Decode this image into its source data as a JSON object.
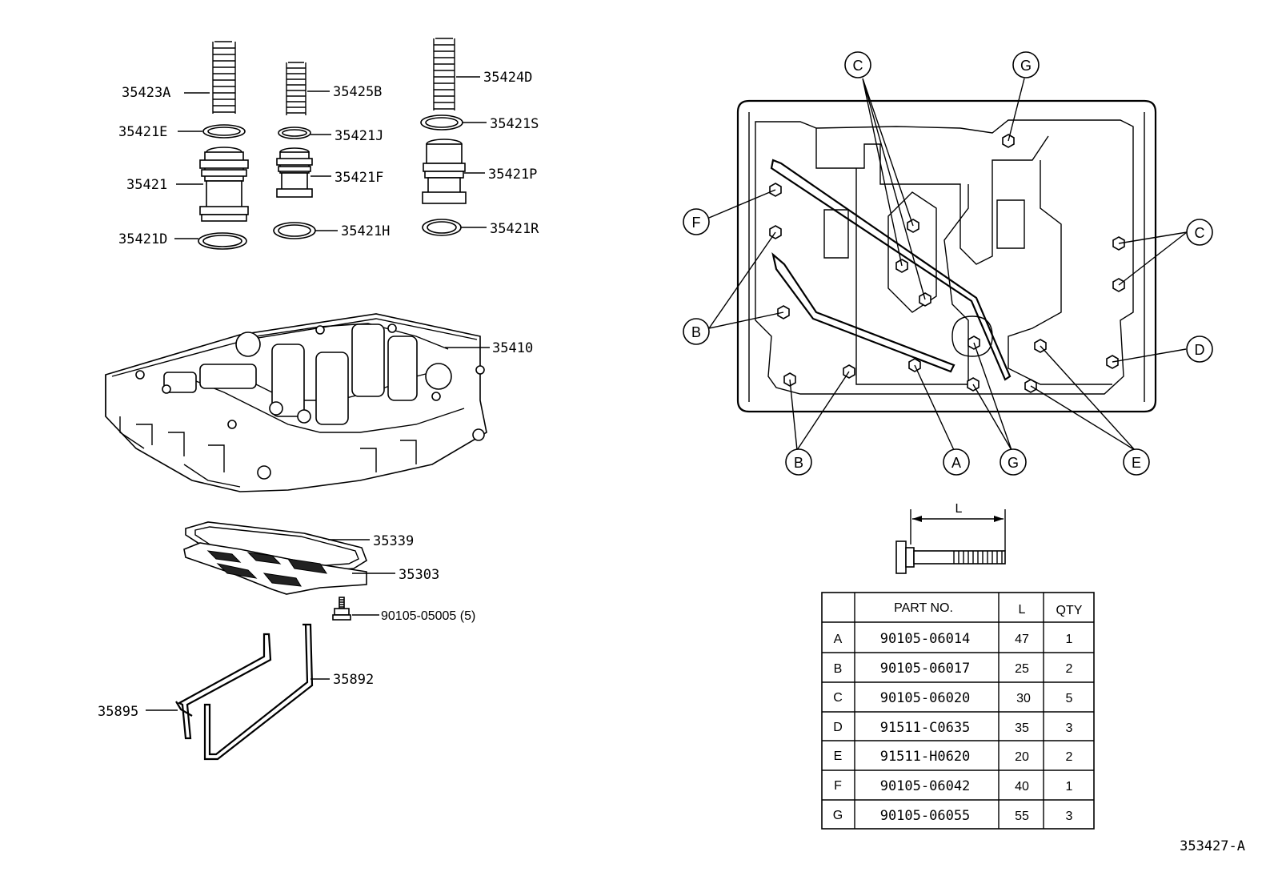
{
  "left_labels": {
    "p35423A": "35423A",
    "p35421E": "35421E",
    "p35421": "35421",
    "p35421D": "35421D",
    "p35425B": "35425B",
    "p35421J": "35421J",
    "p35421F": "35421F",
    "p35421H": "35421H",
    "p35424D": "35424D",
    "p35421S": "35421S",
    "p35421P": "35421P",
    "p35421R": "35421R",
    "p35410": "35410",
    "p35339": "35339",
    "p35303": "35303",
    "p90105": "90105-05005 (5)",
    "p35892": "35892",
    "p35895": "35895"
  },
  "callouts": {
    "c_top": "C",
    "g_top": "G",
    "f_left": "F",
    "c_right": "C",
    "b_left": "B",
    "d_right": "D",
    "b_bottom": "B",
    "a_bottom": "A",
    "g_bottom": "G",
    "e_bottom": "E"
  },
  "bolt_dimension": "L",
  "bolt_table": {
    "headers": [
      "",
      "PART NO.",
      "L",
      "QTY"
    ],
    "rows": [
      [
        "A",
        "90105-06014",
        "47",
        "1"
      ],
      [
        "B",
        "90105-06017",
        "25",
        "2"
      ],
      [
        "C",
        "90105-06020",
        "30",
        "5"
      ],
      [
        "D",
        "91511-C0635",
        "35",
        "3"
      ],
      [
        "E",
        "91511-H0620",
        "20",
        "2"
      ],
      [
        "F",
        "90105-06042",
        "40",
        "1"
      ],
      [
        "G",
        "90105-06055",
        "55",
        "3"
      ]
    ]
  },
  "diagram_id": "353427-A"
}
